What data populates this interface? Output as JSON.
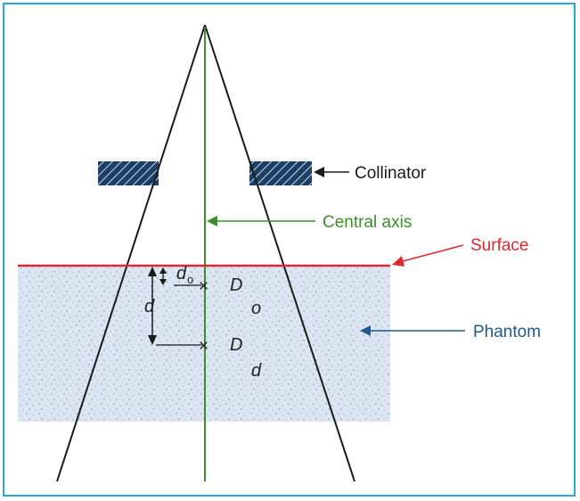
{
  "labels": {
    "collimator": "Collinator",
    "central_axis": "Central axis",
    "surface": "Surface",
    "phantom": "Phantom"
  },
  "symbols": {
    "d": "d",
    "d_o_base": "d",
    "d_o_sub": "o",
    "dose_surface_base": "D",
    "dose_surface_sub": "o",
    "dose_depth_base": "D",
    "dose_depth_sub": "d",
    "cross_mark": "×"
  },
  "colors": {
    "frame": "#29a8d8",
    "central_axis": "#3d8f2e",
    "surface": "#e0282f",
    "phantom_label": "#1f5a8c",
    "phantom_fill": "#dde6f3",
    "collimator": "#1b3f66"
  }
}
